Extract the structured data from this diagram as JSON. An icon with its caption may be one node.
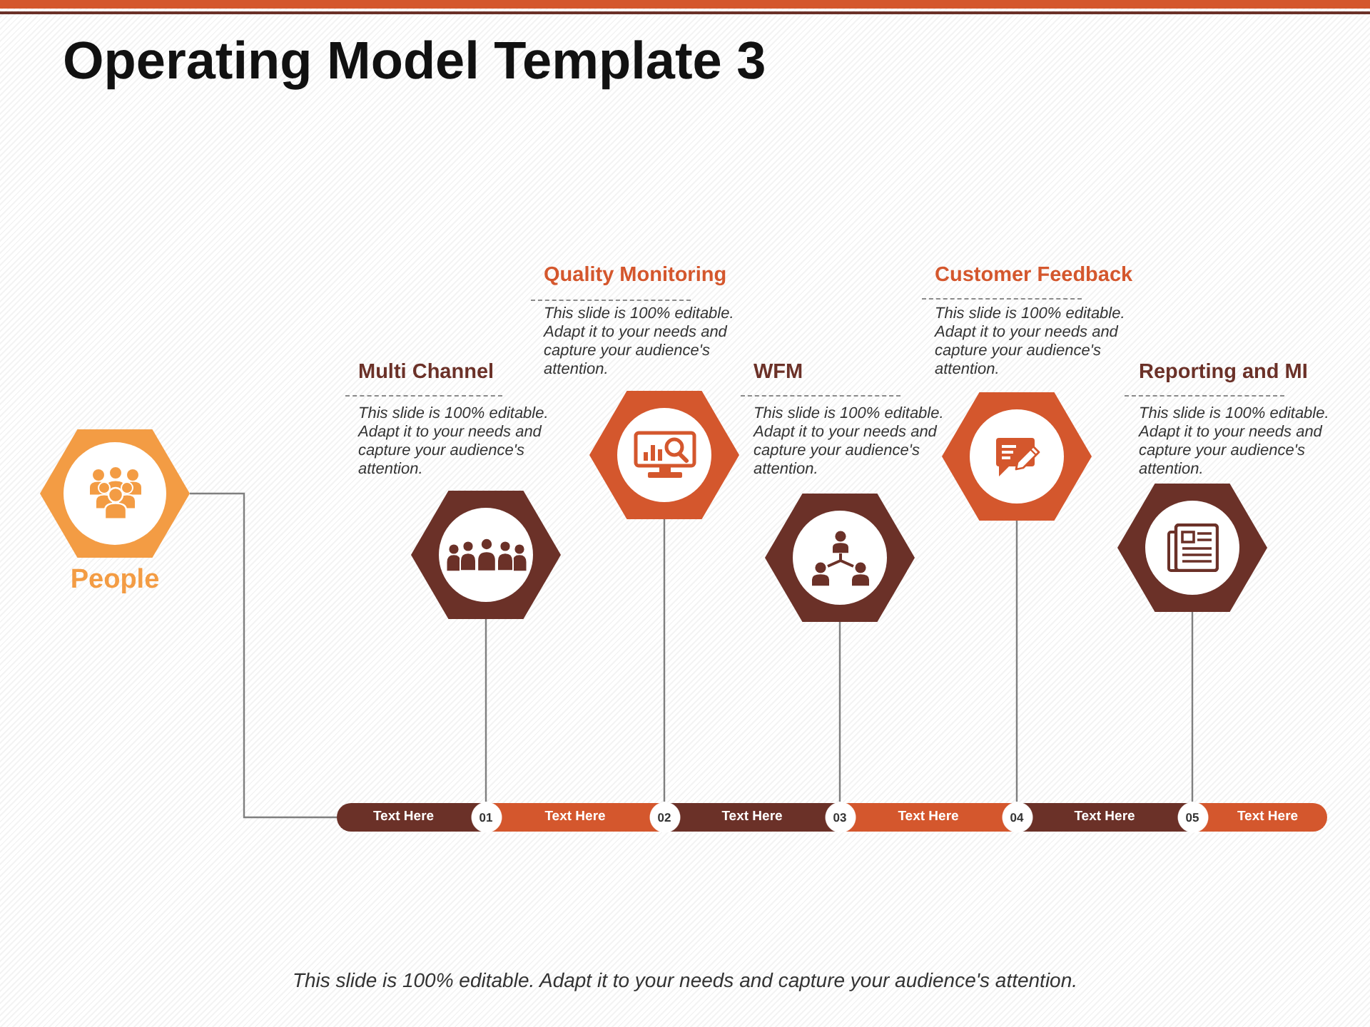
{
  "diagram": {
    "title": "Operating Model Template 3",
    "caption": "This slide is 100% editable. Adapt it to your needs and capture your audience's attention.",
    "nodes": [
      {
        "text": [
          "People"
        ]
      },
      {
        "text": [
          "Multi Channel",
          "This slide is 100% editable. Adapt it to your needs and capture your audience's attention."
        ]
      },
      {
        "text": [
          "Quality Monitoring",
          "This slide is 100% editable. Adapt it to your needs and capture your audience's attention."
        ]
      },
      {
        "text": [
          "WFM",
          "This slide is 100% editable. Adapt it to your needs and capture your audience's attention."
        ]
      },
      {
        "text": [
          "Customer Feedback",
          "This slide is 100% editable. Adapt it to your needs and capture your audience's attention."
        ]
      },
      {
        "text": [
          "Reporting and MI",
          "This slide is 100% editable. Adapt it to your needs and capture your audience's attention."
        ]
      },
      {
        "text": [
          "Text Here"
        ]
      },
      {
        "text": [
          "01"
        ]
      },
      {
        "text": [
          "Text Here"
        ]
      },
      {
        "text": [
          "02"
        ]
      },
      {
        "text": [
          "Text Here"
        ]
      },
      {
        "text": [
          "03"
        ]
      },
      {
        "text": [
          "Text Here"
        ]
      },
      {
        "text": [
          "04"
        ]
      },
      {
        "text": [
          "Text Here"
        ]
      },
      {
        "text": [
          "05"
        ]
      },
      {
        "text": [
          "Text Here"
        ]
      }
    ],
    "edges": [
      {
        "from": 0,
        "to": 6,
        "arrow": "none"
      },
      {
        "from": 1,
        "to": 7,
        "arrow": "none"
      },
      {
        "from": 2,
        "to": 9,
        "arrow": "none"
      },
      {
        "from": 3,
        "to": 11,
        "arrow": "none"
      },
      {
        "from": 4,
        "to": 13,
        "arrow": "none"
      },
      {
        "from": 5,
        "to": 15,
        "arrow": "none"
      }
    ]
  }
}
